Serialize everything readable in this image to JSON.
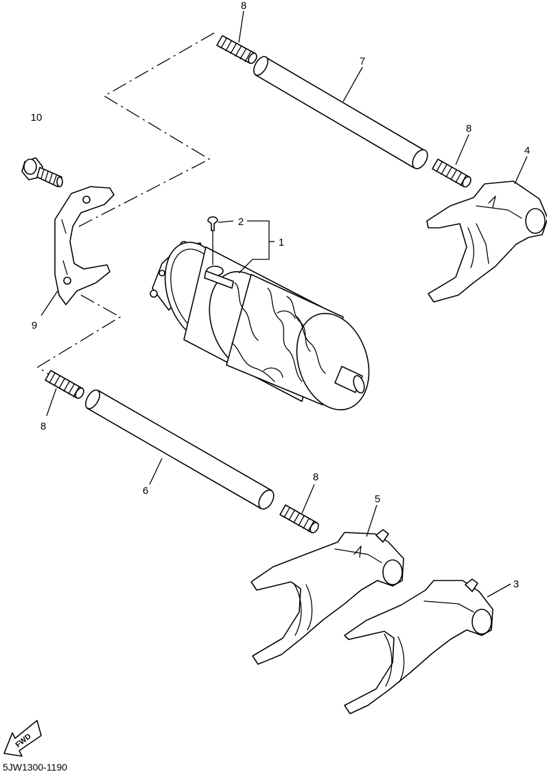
{
  "diagram": {
    "callouts": {
      "c1": "1",
      "c2": "2",
      "c3": "3",
      "c4": "4",
      "c5": "5",
      "c6": "6",
      "c7": "7",
      "c8a": "8",
      "c8b": "8",
      "c8c": "8",
      "c8d": "8",
      "c9": "9",
      "c10": "10"
    },
    "fwd_label": "FWD",
    "drawing_code": "5JW1300-1190"
  }
}
